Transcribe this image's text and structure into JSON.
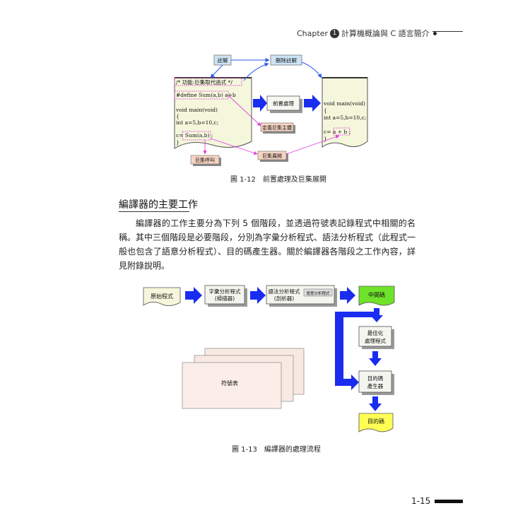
{
  "header": {
    "chapter_label": "Chapter",
    "chapter_number": "1",
    "chapter_title": "計算機概論與 C 語言簡介"
  },
  "figure12": {
    "labels": {
      "comment": "註解",
      "delete_comment": "刪除註解",
      "preprocess": "前置處理",
      "define_macro_body": "定義巨集主體",
      "macro_call": "巨集呼叫",
      "macro_expand": "巨集展開"
    },
    "left_code": [
      "/*  功能:巨集取代函式  */",
      "#define Sum(a,b) a+b",
      "void main(void)",
      "{",
      "  int a=5,b=10,c;",
      "  c= Sum(a,b) ;",
      "}"
    ],
    "right_code": [
      "void main(void)",
      "{",
      "  int a=5,b=10,c;",
      "  c=  a + b  ;",
      "}"
    ],
    "caption": "圖 1-12　前置處理及巨集展開"
  },
  "section": {
    "title": "編譯器的主要工作",
    "paragraph": "編譯器的工作主要分為下列 5 個階段，並透過符號表記錄程式中相關的名稱。其中三個階段是必要階段，分別為字彙分析程式、語法分析程式（此程式一般也包含了語意分析程式）、目的碼產生器。關於編譯器各階段之工作內容，詳見附錄說明。"
  },
  "figure13": {
    "labels": {
      "source": "原始程式",
      "lexer": "字彙分析程式",
      "lexer_sub": "(掃描器)",
      "parser": "語法分析程式",
      "parser_sub": "(剖析器)",
      "semantic": "語意分析程式",
      "intermediate": "中間碼",
      "optimizer": "最佳化",
      "optimizer_sub": "處理程式",
      "codegen": "目的碼",
      "codegen_sub": "產生器",
      "target": "目的碼",
      "symbol_table": "符號表"
    },
    "caption": "圖 1-13　編譯器的處理流程"
  },
  "footer": {
    "page_number": "1-15"
  },
  "colors": {
    "arrow_blue": "#1a2cf0",
    "doc_fill": "#f5f7dc",
    "tag_pink": "#f7d4c2",
    "tag_blue": "#cde4f6",
    "green": "#6fe22a",
    "yellow": "#ffff55",
    "magenta_line": "#e040e0"
  }
}
